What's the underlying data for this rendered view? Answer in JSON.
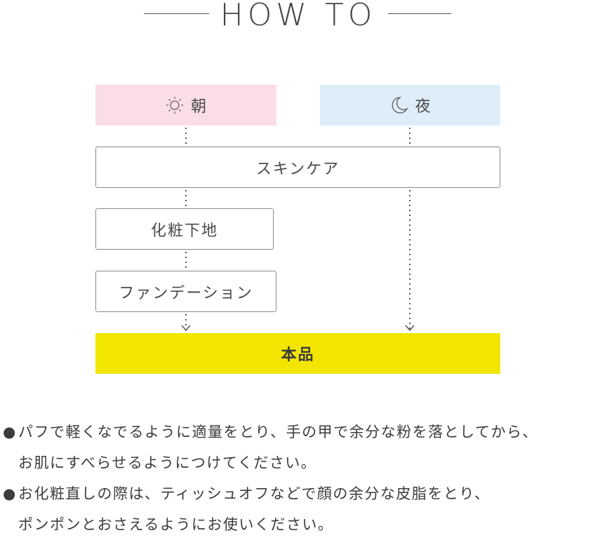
{
  "header": {
    "title": "HOW TO"
  },
  "flow": {
    "morning": {
      "label": "朝",
      "icon": "sun-icon",
      "color": "#fadde6"
    },
    "night": {
      "label": "夜",
      "icon": "moon-icon",
      "color": "#ddeef9"
    },
    "steps": {
      "skincare": "スキンケア",
      "primer": "化粧下地",
      "foundation": "ファンデーション",
      "product": "本品"
    },
    "product_color": "#f2e600"
  },
  "notes": [
    {
      "bullet": "●",
      "lines": [
        "パフで軽くなでるように適量をとり、手の甲で余分な粉を落としてから、",
        "お肌にすべらせるようにつけてください。"
      ]
    },
    {
      "bullet": "●",
      "lines": [
        "お化粧直しの際は、ティッシュオフなどで顔の余分な皮脂をとり、",
        "ポンポンとおさえるようにお使いください。"
      ]
    }
  ]
}
